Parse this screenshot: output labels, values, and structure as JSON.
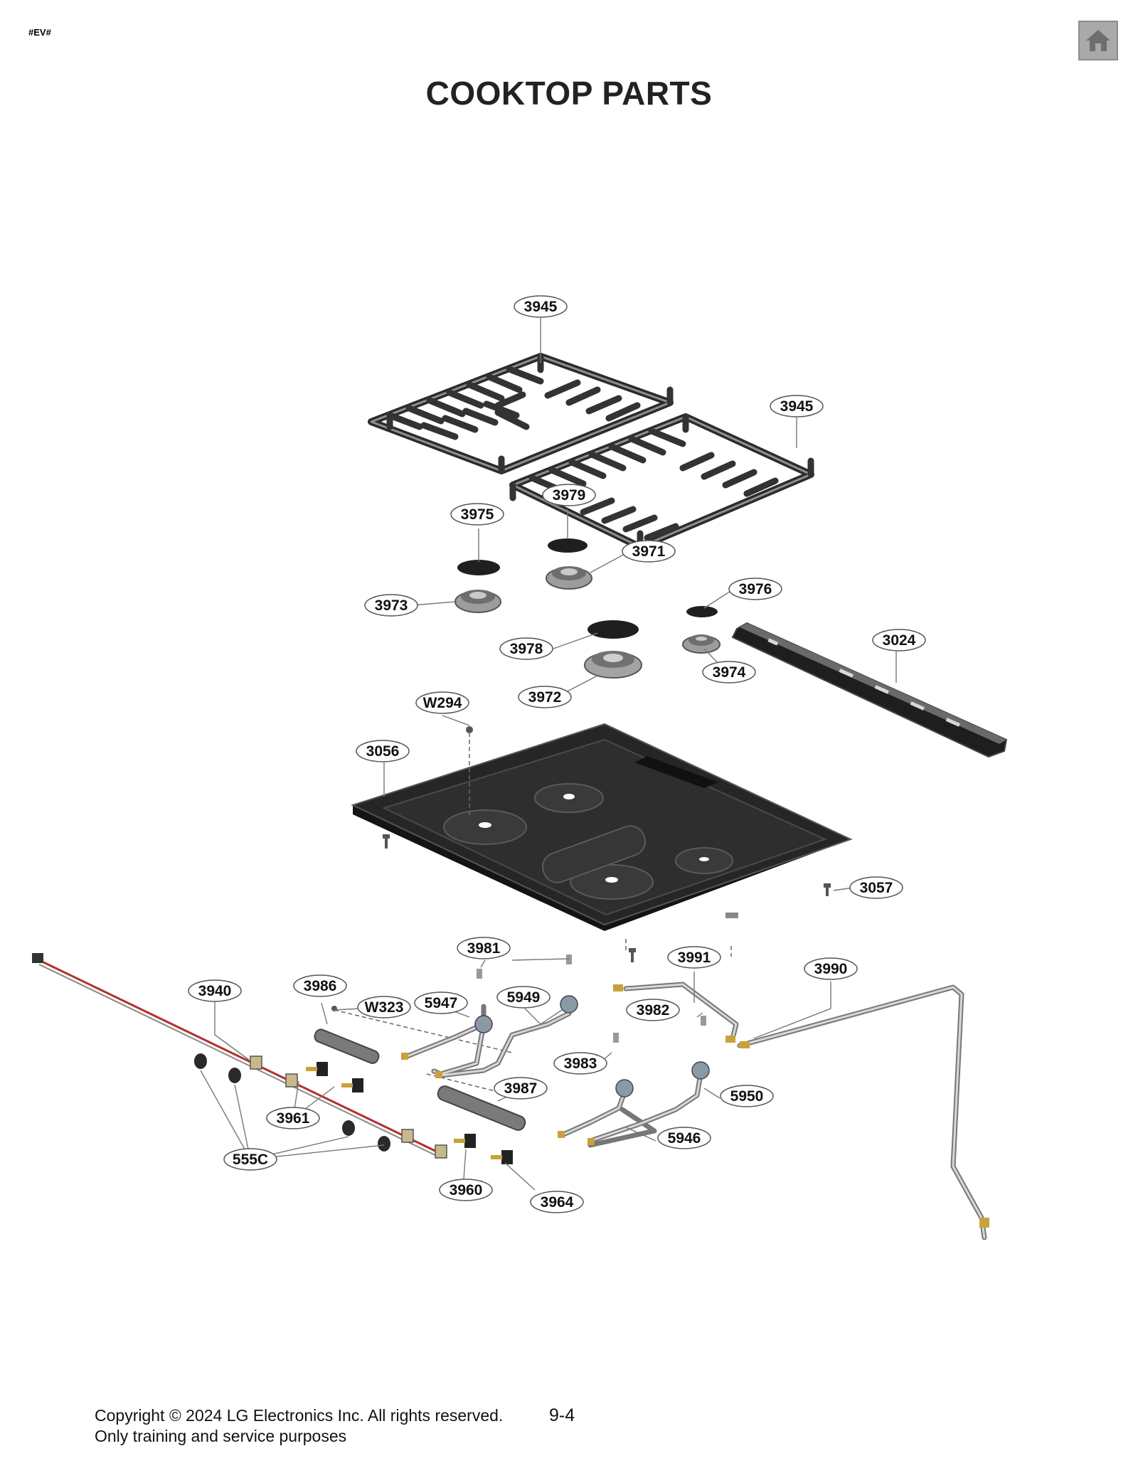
{
  "header": {
    "tag": "#EV#",
    "title": "COOKTOP PARTS"
  },
  "nav": {
    "home_icon": "home-icon"
  },
  "parts": [
    {
      "id": "grate-1",
      "label": "3945"
    },
    {
      "id": "grate-2",
      "label": "3945"
    },
    {
      "id": "cap-large-right",
      "label": "3979"
    },
    {
      "id": "cap-left",
      "label": "3975"
    },
    {
      "id": "burner-right-rear",
      "label": "3971"
    },
    {
      "id": "burner-left",
      "label": "3973"
    },
    {
      "id": "cap-small",
      "label": "3976"
    },
    {
      "id": "cap-center",
      "label": "3978"
    },
    {
      "id": "burner-small",
      "label": "3974"
    },
    {
      "id": "burner-center",
      "label": "3972"
    },
    {
      "id": "control-trim",
      "label": "3024"
    },
    {
      "id": "screw-top",
      "label": "W294"
    },
    {
      "id": "cooktop-panel",
      "label": "3056"
    },
    {
      "id": "screw-right",
      "label": "3057"
    },
    {
      "id": "bracket-a",
      "label": "3981"
    },
    {
      "id": "manifold-tube",
      "label": "3991"
    },
    {
      "id": "gas-inlet-tube",
      "label": "3990"
    },
    {
      "id": "harness",
      "label": "3940"
    },
    {
      "id": "rail-left",
      "label": "3986"
    },
    {
      "id": "screw-rail",
      "label": "W323"
    },
    {
      "id": "orifice-1",
      "label": "5947"
    },
    {
      "id": "orifice-2",
      "label": "5949"
    },
    {
      "id": "bracket-b",
      "label": "3982"
    },
    {
      "id": "bracket-c",
      "label": "3983"
    },
    {
      "id": "rail-right",
      "label": "3987"
    },
    {
      "id": "orifice-3",
      "label": "5950"
    },
    {
      "id": "valve-small",
      "label": "3961"
    },
    {
      "id": "orifice-4",
      "label": "5946"
    },
    {
      "id": "grommet",
      "label": "555C"
    },
    {
      "id": "valve",
      "label": "3960"
    },
    {
      "id": "valve-large",
      "label": "3964"
    }
  ],
  "footer": {
    "copyright": "Copyright © 2024 LG Electronics Inc. All rights reserved.",
    "purpose": "Only training and service purposes",
    "page": "9-4"
  }
}
